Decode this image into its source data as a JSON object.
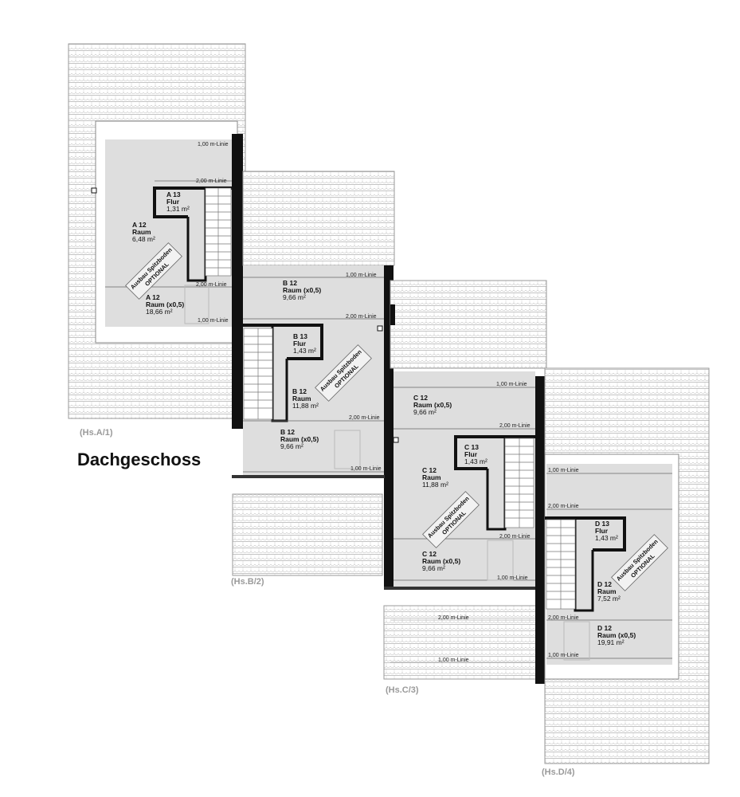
{
  "title": "Dachgeschoss",
  "houses": [
    {
      "id": "A",
      "label": "(Hs.A/1)",
      "lines": {
        "m1_top": "1,00 m-Linie",
        "m2_top": "2,00 m-Linie",
        "m2_bottom": "2,00 m-Linie",
        "m1_bottom": "1,00 m-Linie"
      },
      "rooms": [
        {
          "code": "A 13",
          "name": "Flur",
          "area": "1,31 m²"
        },
        {
          "code": "A 12",
          "name": "Raum",
          "area": "6,48 m²"
        },
        {
          "code": "A 12",
          "name": "Raum (x0,5)",
          "area": "18,66 m²"
        }
      ],
      "stamp": [
        "Ausbau Spitzboden",
        "OPTIONAL"
      ]
    },
    {
      "id": "B",
      "label": "(Hs.B/2)",
      "lines": {
        "m1_top": "1,00 m-Linie",
        "m2_top": "2,00 m-Linie",
        "m2_bottom": "2,00 m-Linie",
        "m1_bottom": "1,00 m-Linie"
      },
      "rooms": [
        {
          "code": "B 12",
          "name": "Raum (x0,5)",
          "area": "9,66 m²"
        },
        {
          "code": "B 13",
          "name": "Flur",
          "area": "1,43 m²"
        },
        {
          "code": "B 12",
          "name": "Raum",
          "area": "11,88 m²"
        },
        {
          "code": "B 12",
          "name": "Raum (x0,5)",
          "area": "9,66 m²"
        }
      ],
      "stamp": [
        "Ausbau Spitzboden",
        "OPTIONAL"
      ]
    },
    {
      "id": "C",
      "label": "(Hs.C/3)",
      "lines": {
        "m1_top": "1,00 m-Linie",
        "m2_top": "2,00 m-Linie",
        "m2_bottom": "2,00 m-Linie",
        "m1_bottom": "1,00 m-Linie",
        "m2_roof": "2,00 m-Linie",
        "m1_roof": "1,00 m-Linie"
      },
      "rooms": [
        {
          "code": "C 12",
          "name": "Raum (x0,5)",
          "area": "9,66 m²"
        },
        {
          "code": "C 13",
          "name": "Flur",
          "area": "1,43 m²"
        },
        {
          "code": "C 12",
          "name": "Raum",
          "area": "11,88 m²"
        },
        {
          "code": "C 12",
          "name": "Raum (x0,5)",
          "area": "9,66 m²"
        }
      ],
      "stamp": [
        "Ausbau Spitzboden",
        "OPTIONAL"
      ]
    },
    {
      "id": "D",
      "label": "(Hs.D/4)",
      "lines": {
        "m1_top": "1,00 m-Linie",
        "m2_top": "2,00 m-Linie",
        "m2_bottom": "2,00 m-Linie",
        "m1_bottom": "1,00 m-Linie"
      },
      "rooms": [
        {
          "code": "D 13",
          "name": "Flur",
          "area": "1,43 m²"
        },
        {
          "code": "D 12",
          "name": "Raum",
          "area": "7,52 m²"
        },
        {
          "code": "D 12",
          "name": "Raum (x0,5)",
          "area": "19,91 m²"
        }
      ],
      "stamp": [
        "Ausbau Spitzboden",
        "OPTIONAL"
      ]
    }
  ]
}
